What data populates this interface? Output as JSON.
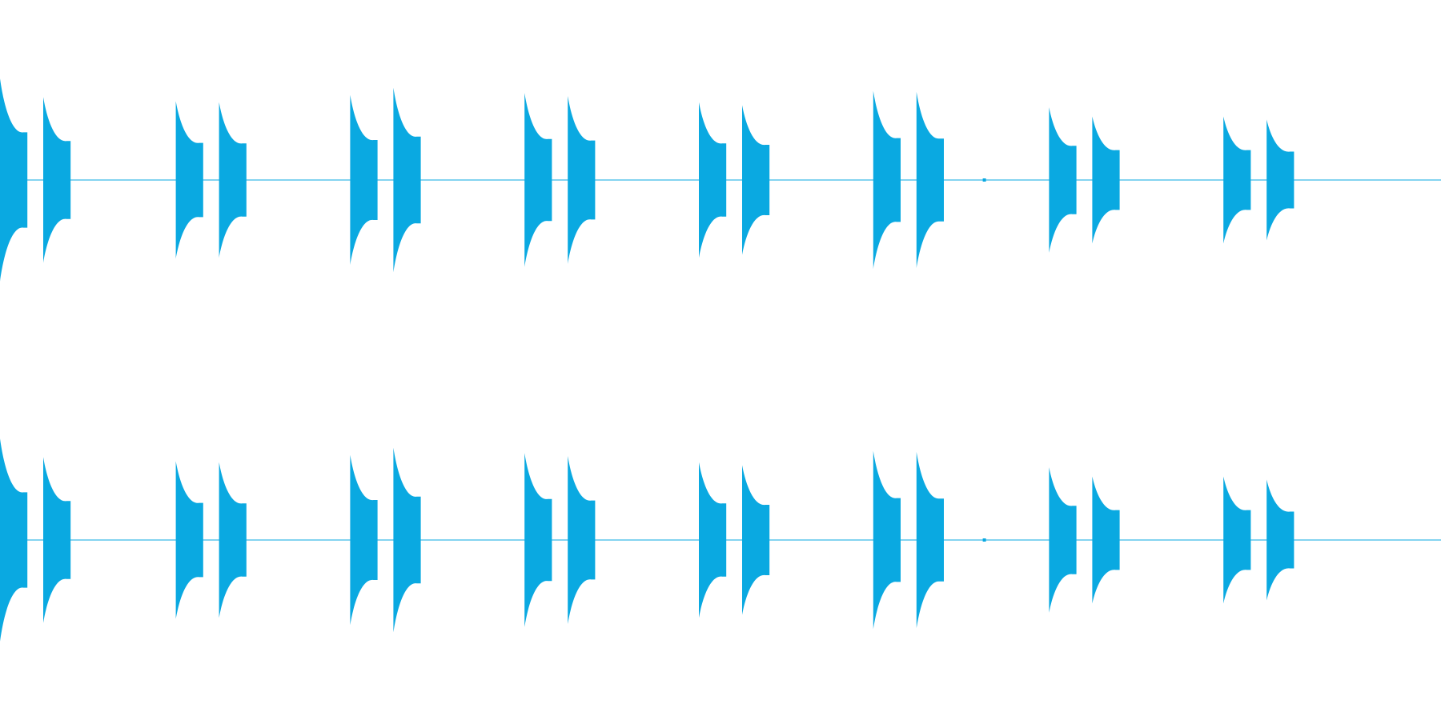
{
  "colors": {
    "wave": "#0aa9e1",
    "background": "#ffffff"
  },
  "chart_data": {
    "type": "area",
    "description_none": "",
    "channels": 2,
    "amplitude_range": [
      -1,
      1
    ],
    "pulse_pairs": [
      {
        "first": {
          "time": 0.0,
          "peak": 0.99
        },
        "second": {
          "time": 0.03,
          "peak": 0.81
        }
      },
      {
        "first": {
          "time": 0.122,
          "peak": 0.77
        },
        "second": {
          "time": 0.152,
          "peak": 0.76
        }
      },
      {
        "first": {
          "time": 0.243,
          "peak": 0.83
        },
        "second": {
          "time": 0.273,
          "peak": 0.9
        }
      },
      {
        "first": {
          "time": 0.364,
          "peak": 0.85
        },
        "second": {
          "time": 0.394,
          "peak": 0.82
        }
      },
      {
        "first": {
          "time": 0.485,
          "peak": 0.76
        },
        "second": {
          "time": 0.515,
          "peak": 0.73
        }
      },
      {
        "first": {
          "time": 0.606,
          "peak": 0.87
        },
        "second": {
          "time": 0.636,
          "peak": 0.86
        }
      },
      {
        "first": {
          "time": 0.728,
          "peak": 0.71
        },
        "second": {
          "time": 0.758,
          "peak": 0.62
        }
      },
      {
        "first": {
          "time": 0.849,
          "peak": 0.62
        },
        "second": {
          "time": 0.879,
          "peak": 0.59
        }
      }
    ],
    "pulse_duration": 0.019,
    "pulse_sustain_level": 0.4,
    "small_blip_time": 0.682
  }
}
